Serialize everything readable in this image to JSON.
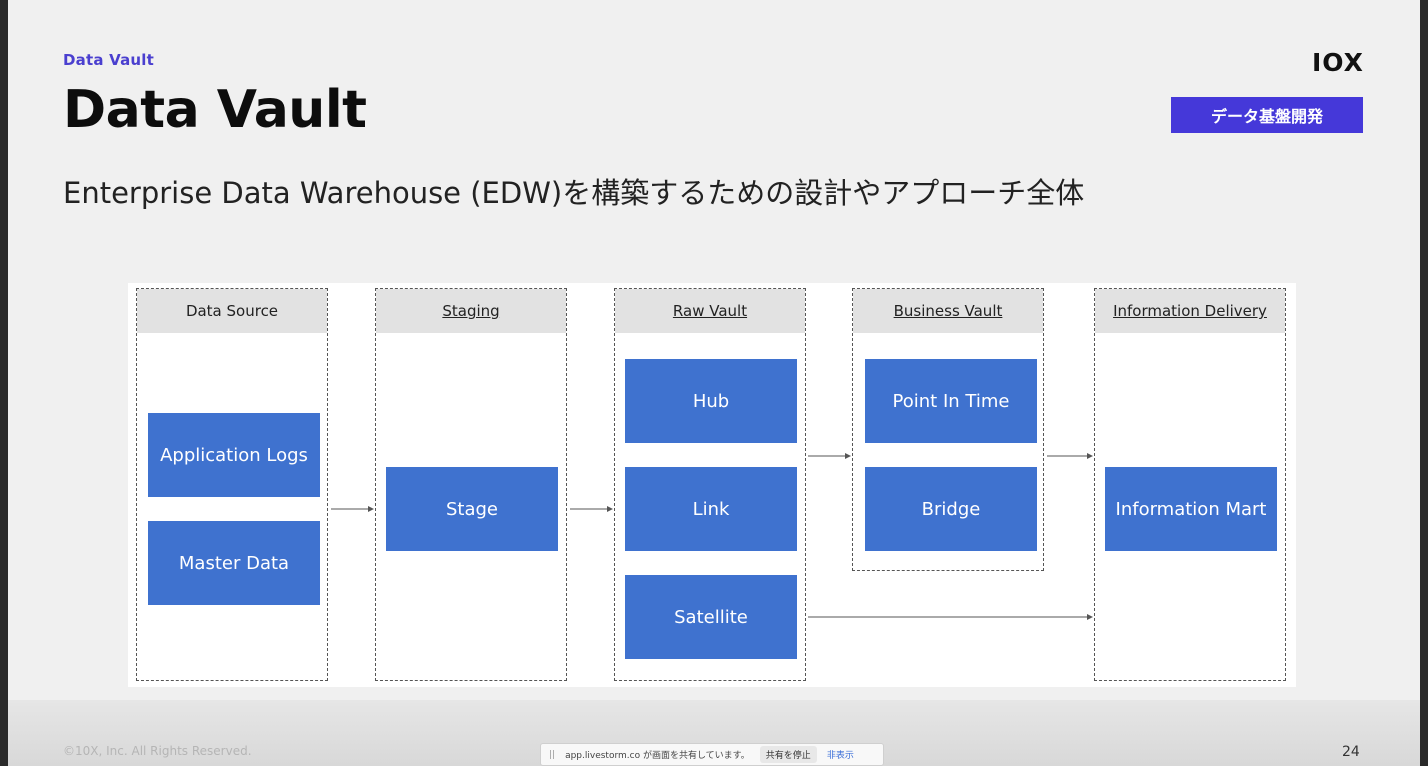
{
  "slide": {
    "kicker": "Data Vault",
    "title": "Data Vault",
    "subtitle": "Enterprise Data Warehouse (EDW)を構築するための設計やアプローチ全体",
    "logo": "IOX",
    "badge": "データ基盤開発",
    "page_number": "24",
    "copyright": "©10X, Inc. All Rights Reserved."
  },
  "diagram": {
    "columns": [
      {
        "header": "Data Source"
      },
      {
        "header": "Staging"
      },
      {
        "header": "Raw Vault"
      },
      {
        "header": "Business Vault"
      },
      {
        "header": "Information Delivery"
      }
    ],
    "boxes": {
      "application_logs": "Application Logs",
      "master_data": "Master Data",
      "stage": "Stage",
      "hub": "Hub",
      "link": "Link",
      "satellite": "Satellite",
      "point_in_time": "Point In Time",
      "bridge": "Bridge",
      "information_mart": "Information Mart"
    }
  },
  "share_bar": {
    "handle": "||",
    "message": "app.livestorm.co が画面を共有しています。",
    "stop_label": "共有を停止",
    "hide_label": "非表示"
  },
  "colors": {
    "accent": "#4538d9",
    "box": "#3f72cf",
    "kicker": "#4a3fcf"
  }
}
